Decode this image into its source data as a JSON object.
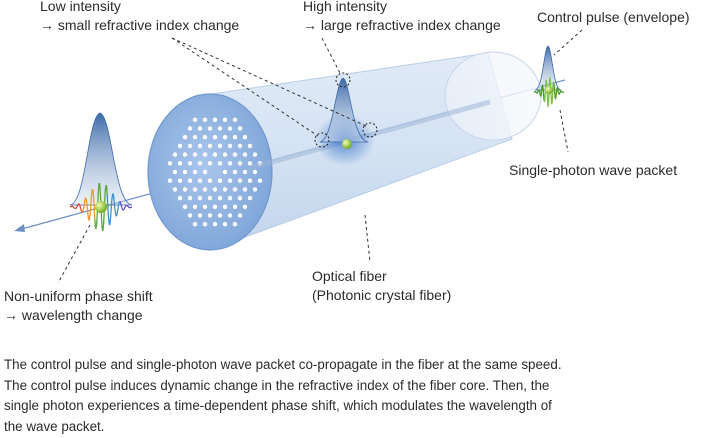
{
  "labels": {
    "low_intensity": {
      "line1": "Low intensity",
      "line2": "→ small refractive index change"
    },
    "high_intensity": {
      "line1": "High intensity",
      "line2": "→ large refractive index change"
    },
    "control_pulse": "Control pulse (envelope)",
    "single_photon": "Single-photon wave packet",
    "optical_fiber": {
      "line1": "Optical fiber",
      "line2": "(Photonic crystal fiber)"
    },
    "phase_shift": {
      "line1": "Non-uniform phase shift",
      "line2": "→ wavelength change"
    }
  },
  "caption": [
    "The control pulse and single-photon wave packet co-propagate in the fiber at the same speed.",
    "The control pulse induces dynamic change in the refractive index of the fiber core. Then, the",
    "single photon experiences a time-dependent phase shift, which modulates the wavelength of",
    "the wave packet."
  ],
  "colors": {
    "fiber": "#a9c6e8",
    "fiber_end": "#8fb2e0",
    "pulse": "#4a76b5",
    "photon": "#9acd32",
    "axis": "#6d8fc4"
  }
}
